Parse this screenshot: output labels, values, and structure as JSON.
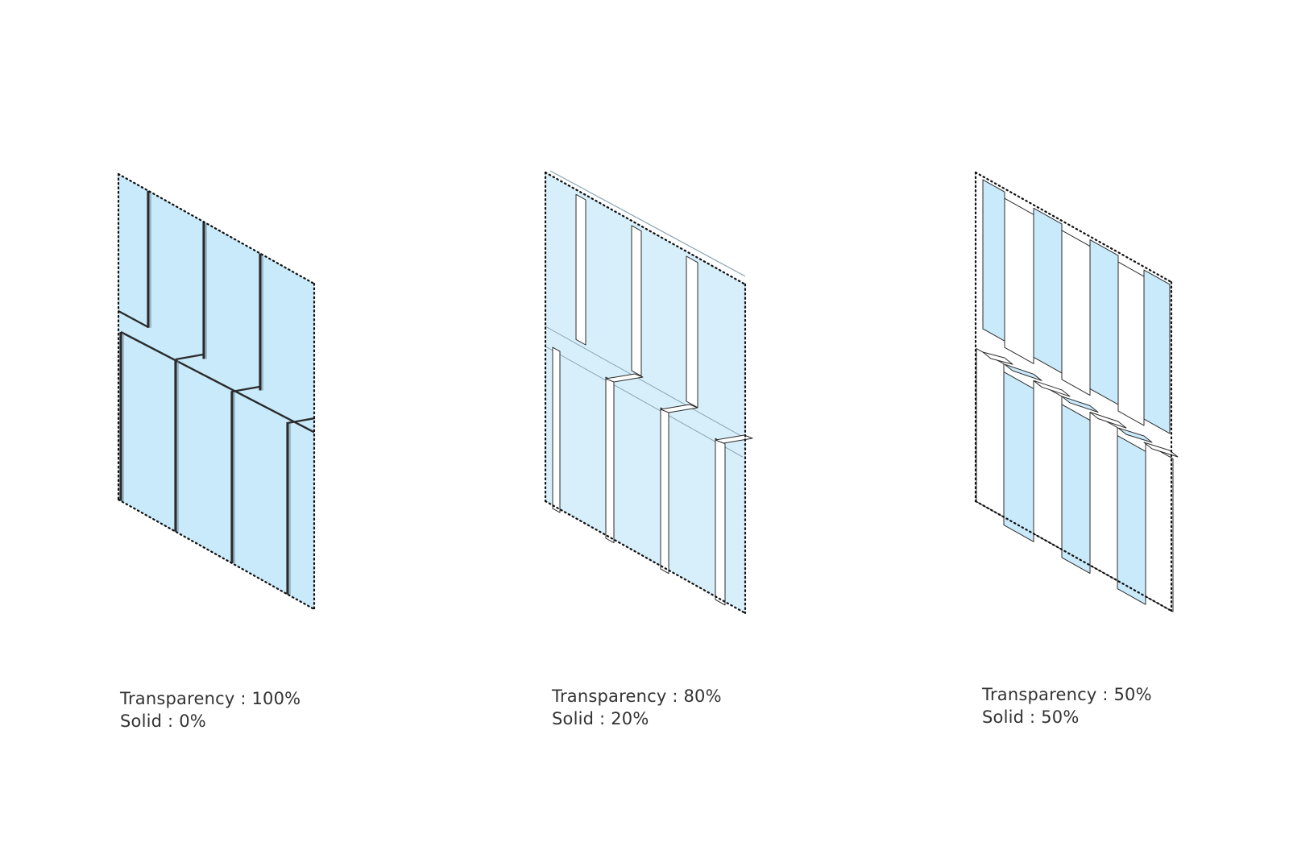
{
  "colors": {
    "glass": "#c9eafb",
    "glass_light": "#d7effb",
    "solid": "#ffffff",
    "outline": "#222222",
    "text": "#333333"
  },
  "panels": [
    {
      "transparency_label": "Transparency : 100%",
      "solid_label": "Solid : 0%",
      "transparency_value": 100,
      "solid_value": 0
    },
    {
      "transparency_label": "Transparency : 80%",
      "solid_label": "Solid : 20%",
      "transparency_value": 80,
      "solid_value": 20
    },
    {
      "transparency_label": "Transparency : 50%",
      "solid_label": "Solid : 50%",
      "transparency_value": 50,
      "solid_value": 50
    }
  ]
}
